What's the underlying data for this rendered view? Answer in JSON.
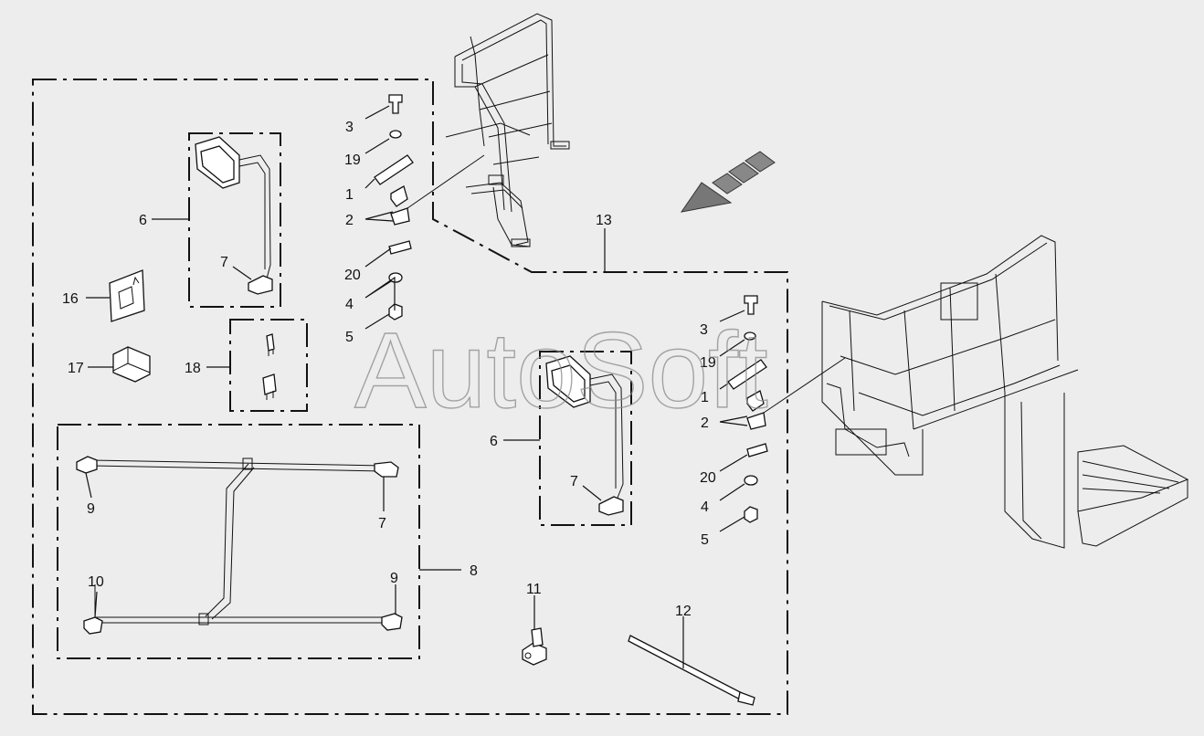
{
  "watermark": "AutoSoft",
  "callouts": {
    "c1": "1",
    "c2": "2",
    "c3": "3",
    "c4": "4",
    "c5": "5",
    "c6": "6",
    "c7": "7",
    "c8": "8",
    "c9": "9",
    "c10": "10",
    "c11": "11",
    "c12": "12",
    "c13": "13",
    "c16": "16",
    "c17": "17",
    "c18": "18",
    "c19": "19",
    "c20": "20"
  },
  "colors": {
    "background": "#ededed",
    "ink": "#111111",
    "watermark": "#8a8a8a"
  }
}
